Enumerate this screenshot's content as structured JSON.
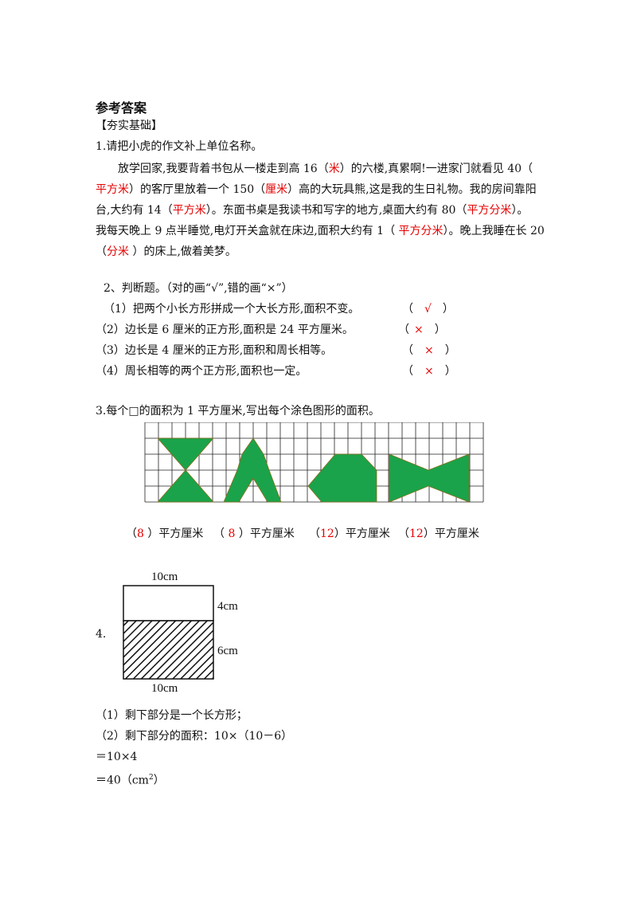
{
  "title": "参考答案",
  "section": "【夯实基础】",
  "q1": {
    "prompt": "1.请把小虎的作文补上单位名称。",
    "line1_a": "放学回家,我要背着书包从一楼走到高  16（",
    "line1_ans": "米",
    "line1_b": "）的六楼,真累啊!一进家门就看见 40（",
    "line2_ans1": "平方米",
    "line2_a": "）的客厅里放着一个 150（",
    "line2_ans2": "厘米",
    "line2_b": "）高的大玩具熊,这是我的生日礼物。我的房间靠阳",
    "line3_a": "台,大约有 14（",
    "line3_ans1": "平方米",
    "line3_b": "）。东面书桌是我读书和写字的地方,桌面大约有 80（",
    "line3_ans2": "平方分米",
    "line3_c": "）。",
    "line4_a": "我每天晚上 9 点半睡觉,电灯开关盒就在床边,面积大约有 1（ ",
    "line4_ans": "平方分米",
    "line4_b": "）。晚上我睡在长 20",
    "line5_a": "（",
    "line5_ans": "分米",
    "line5_b": " ）的床上,做着美梦。"
  },
  "q2": {
    "prompt": "2、判断题。（对的画“√”,错的画“×”）",
    "items": [
      {
        "text": "（1）把两个小长方形拼成一个大长方形,面积不变。",
        "open": "（",
        "answer": "√",
        "close": "）"
      },
      {
        "text": "（2）边长是 6 厘米的正方形,面积是 24 平方厘米。",
        "open": "（",
        "answer": "×",
        "close": "）"
      },
      {
        "text": "（3）边长是 4 厘米的正方形,面积和周长相等。",
        "open": "（",
        "answer": "×",
        "close": "）"
      },
      {
        "text": "（4）周长相等的两个正方形,面积也一定。",
        "open": "（",
        "answer": "×",
        "close": "）"
      }
    ]
  },
  "q3": {
    "prompt": "3.每个□的面积为 1 平方厘米,写出每个涂色图形的面积。",
    "fill_color": "#1aa34a",
    "answers": [
      {
        "open": "（",
        "value": "8",
        "close": " ）平方厘米"
      },
      {
        "open": "（ ",
        "value": "8",
        "close": " ）平方厘米"
      },
      {
        "open": "（",
        "value": "12",
        "close": "）平方厘米"
      },
      {
        "open": "（",
        "value": "12",
        "close": "）平方厘米"
      }
    ]
  },
  "q4": {
    "number": "4.",
    "label_top": "10cm",
    "label_right_top": "4cm",
    "label_right_bottom": "6cm",
    "label_bottom": "10cm",
    "sol1": "（1）剩下部分是一个长方形；",
    "sol2": "（2）剩下部分的面积：10×（10－6）",
    "sol3": "＝10×4",
    "sol4_a": "＝40（cm",
    "sol4_sup": "2",
    "sol4_b": "）"
  }
}
